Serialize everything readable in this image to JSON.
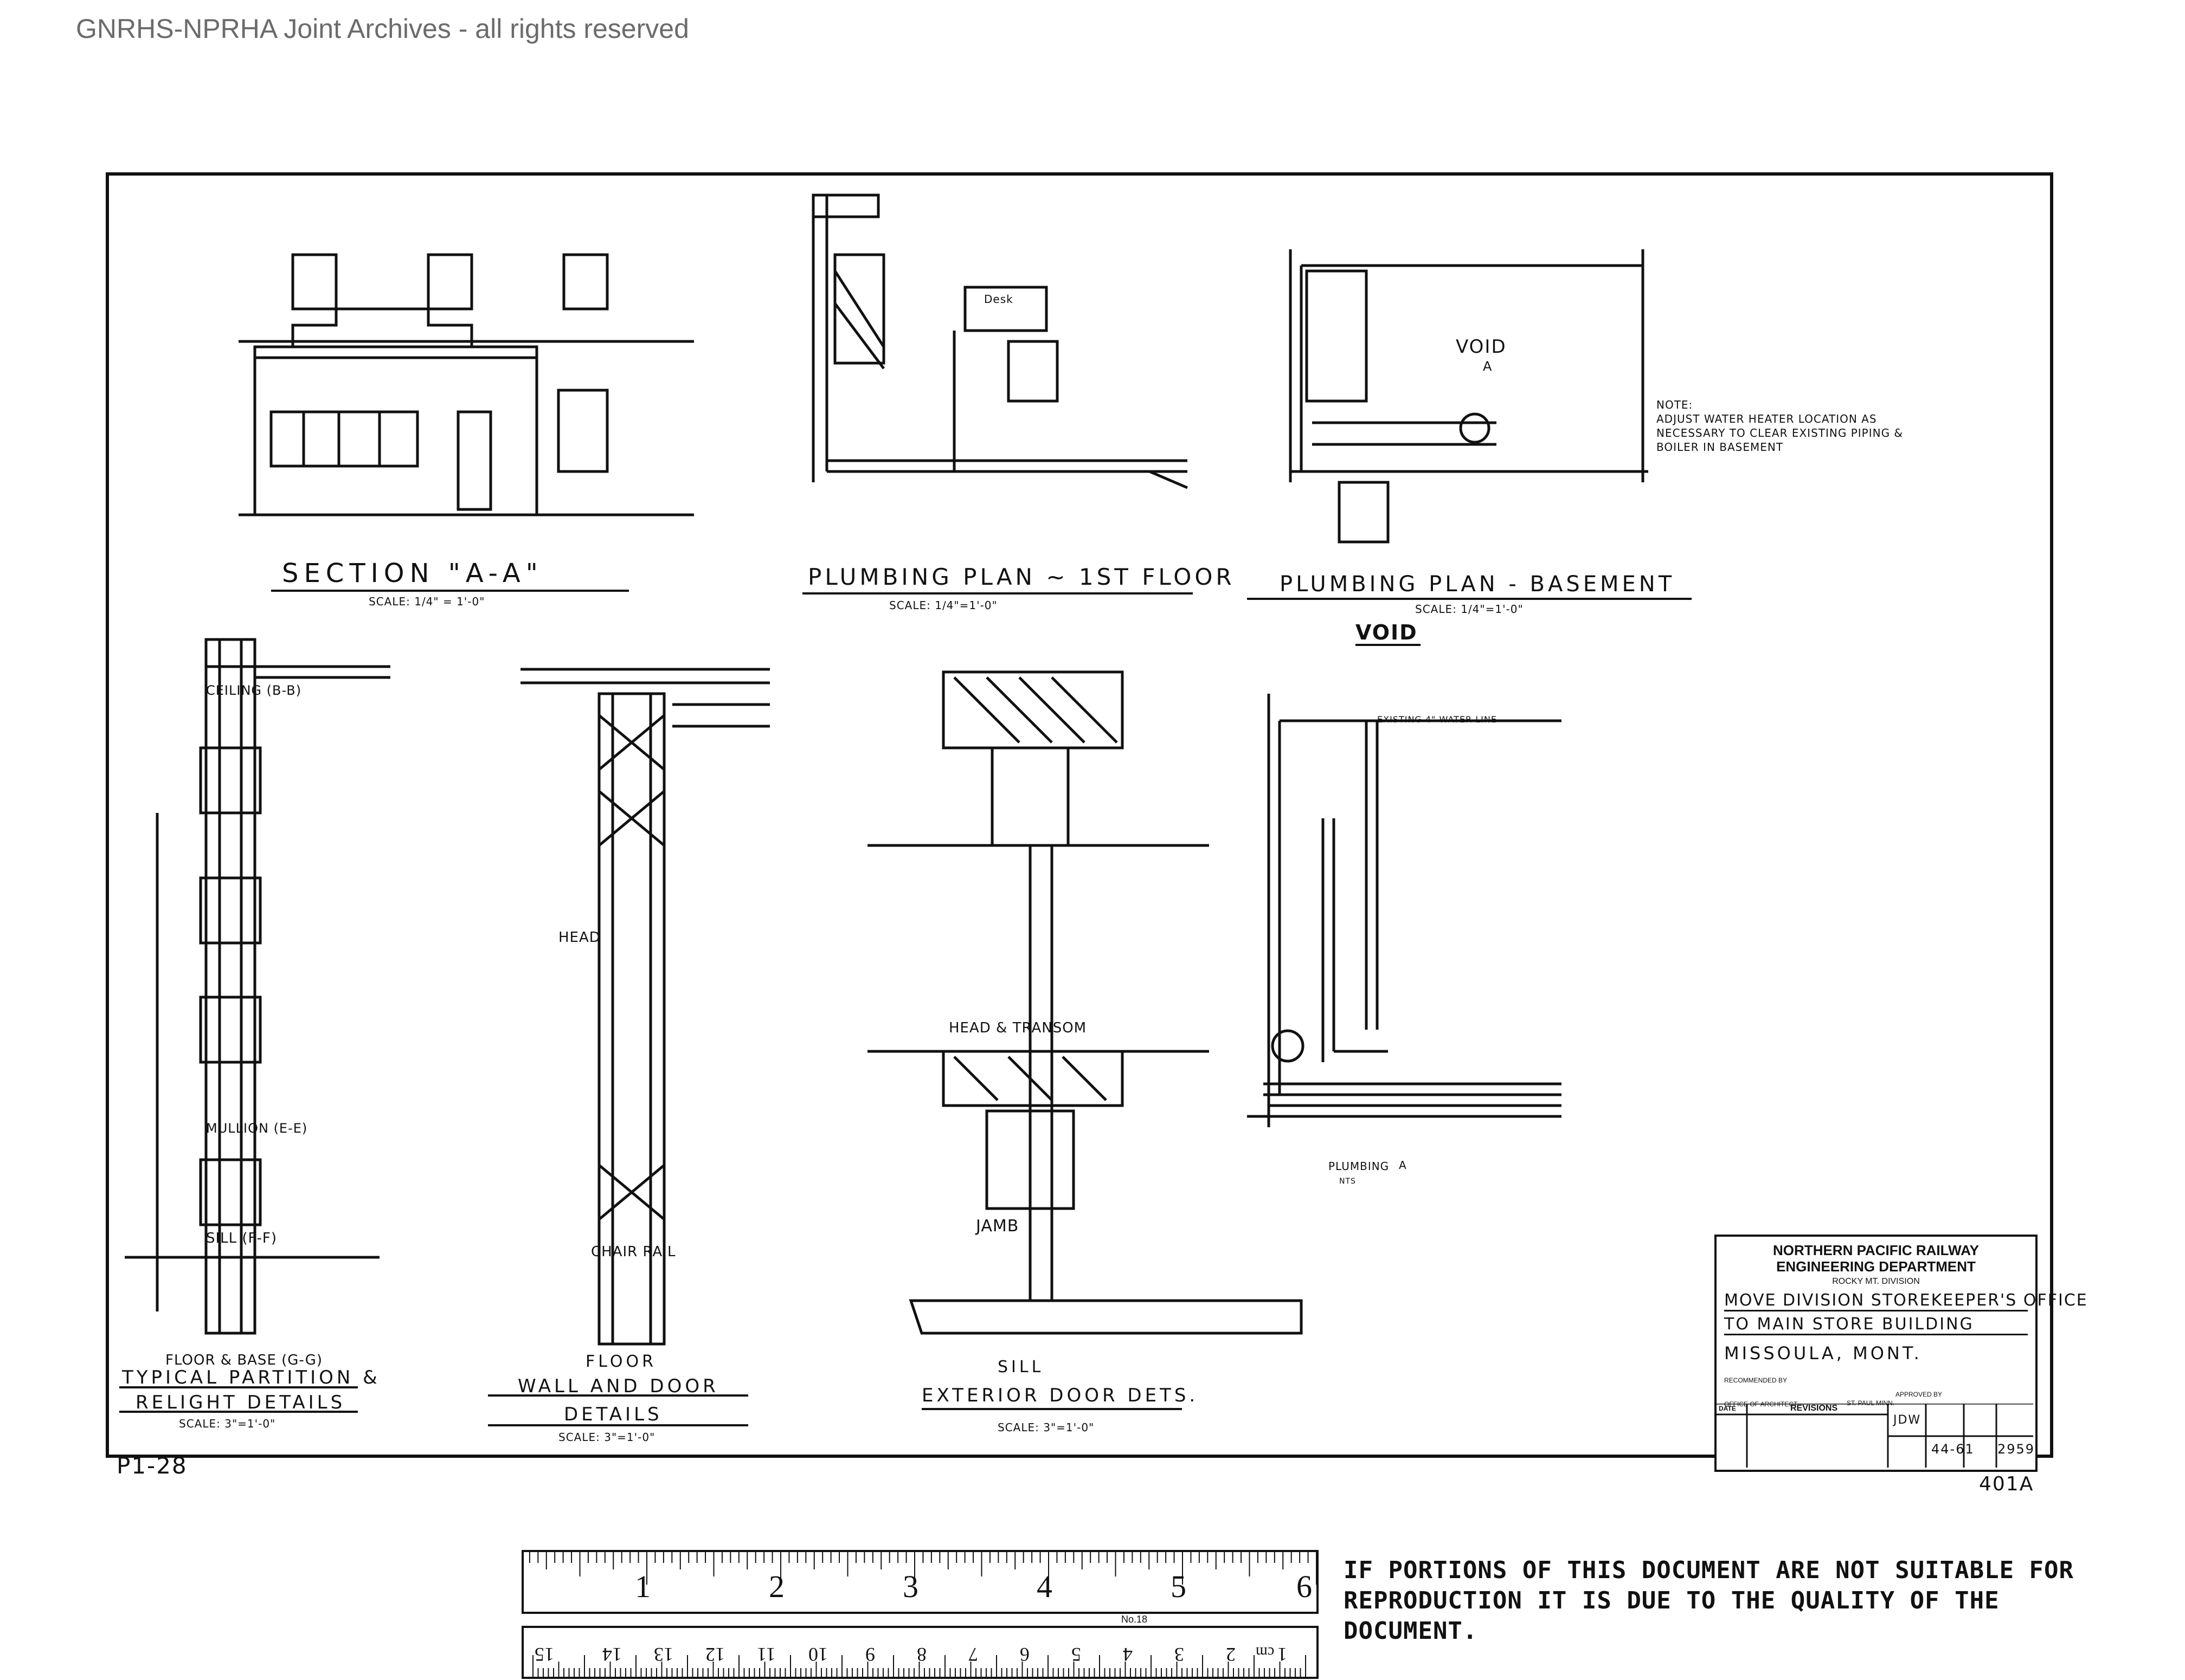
{
  "watermark": "GNRHS-NPRHA Joint Archives - all rights reserved",
  "views": {
    "section_aa": {
      "title": "SECTION \"A-A\"",
      "scale": "SCALE: 1/4\" = 1'-0\""
    },
    "plumbing_1st": {
      "title": "PLUMBING PLAN ~ 1ST FLOOR",
      "scale": "SCALE: 1/4\"=1'-0\"",
      "desk": "Desk"
    },
    "plumbing_basement": {
      "title": "PLUMBING PLAN - BASEMENT",
      "scale": "SCALE: 1/4\"=1'-0\"",
      "void_label": "VOID",
      "void_marker": "A",
      "void_heading": "VOID"
    },
    "note": {
      "heading": "NOTE:",
      "text": "ADJUST WATER HEATER LOCATION AS NECESSARY TO CLEAR EXISTING PIPING & BOILER IN BASEMENT"
    },
    "partition": {
      "label": "FLOOR & BASE (G-G)",
      "title1": "TYPICAL PARTITION &",
      "title2": "RELIGHT DETAILS",
      "scale": "SCALE: 3\"=1'-0\"",
      "ceiling": "CEILING (B-B)",
      "mullion": "MULLION (E-E)",
      "sill": "SILL (F-F)"
    },
    "wall_door": {
      "label": "FLOOR",
      "title1": "WALL AND DOOR",
      "title2": "DETAILS",
      "scale": "SCALE: 3\"=1'-0\"",
      "head": "HEAD",
      "chair_rail": "CHAIR RAIL"
    },
    "exterior_door": {
      "label": "SILL",
      "title": "EXTERIOR DOOR DETS.",
      "scale": "SCALE: 3\"=1'-0\"",
      "head_transom": "HEAD & TRANSOM",
      "jamb": "JAMB"
    },
    "plumbing_a": {
      "label": "PLUMBING",
      "marker": "A",
      "nts": "NTS",
      "water_line": "EXISTING 4\" WATER LINE"
    }
  },
  "title_block": {
    "company": "NORTHERN PACIFIC RAILWAY",
    "department": "ENGINEERING DEPARTMENT",
    "division": "ROCKY MT. DIVISION",
    "line1": "MOVE DIVISION STOREKEEPER'S OFFICE",
    "line2": "TO MAIN STORE BUILDING",
    "line3": "MISSOULA, MONT.",
    "recommended": "RECOMMENDED BY",
    "approved": "APPROVED BY",
    "office": "OFFICE OF ARCHITECT",
    "city": "ST. PAUL MINN.",
    "revisions": "REVISIONS",
    "date_col": "DATE",
    "afe": "44-61",
    "job": "2959",
    "drawn": "JDW",
    "sheet_no": "401A"
  },
  "sheet_mark": "P1-28",
  "ruler": {
    "inches": [
      "1",
      "2",
      "3",
      "4",
      "5",
      "6"
    ],
    "cm": [
      "1",
      "2",
      "3",
      "4",
      "5",
      "6",
      "7",
      "8",
      "9",
      "10",
      "11",
      "12",
      "13",
      "14",
      "15"
    ],
    "cm_unit": "cm",
    "model": "No.18"
  },
  "notice": "IF PORTIONS OF THIS DOCUMENT ARE NOT SUITABLE FOR REPRODUCTION IT IS DUE TO THE QUALITY OF THE DOCUMENT."
}
